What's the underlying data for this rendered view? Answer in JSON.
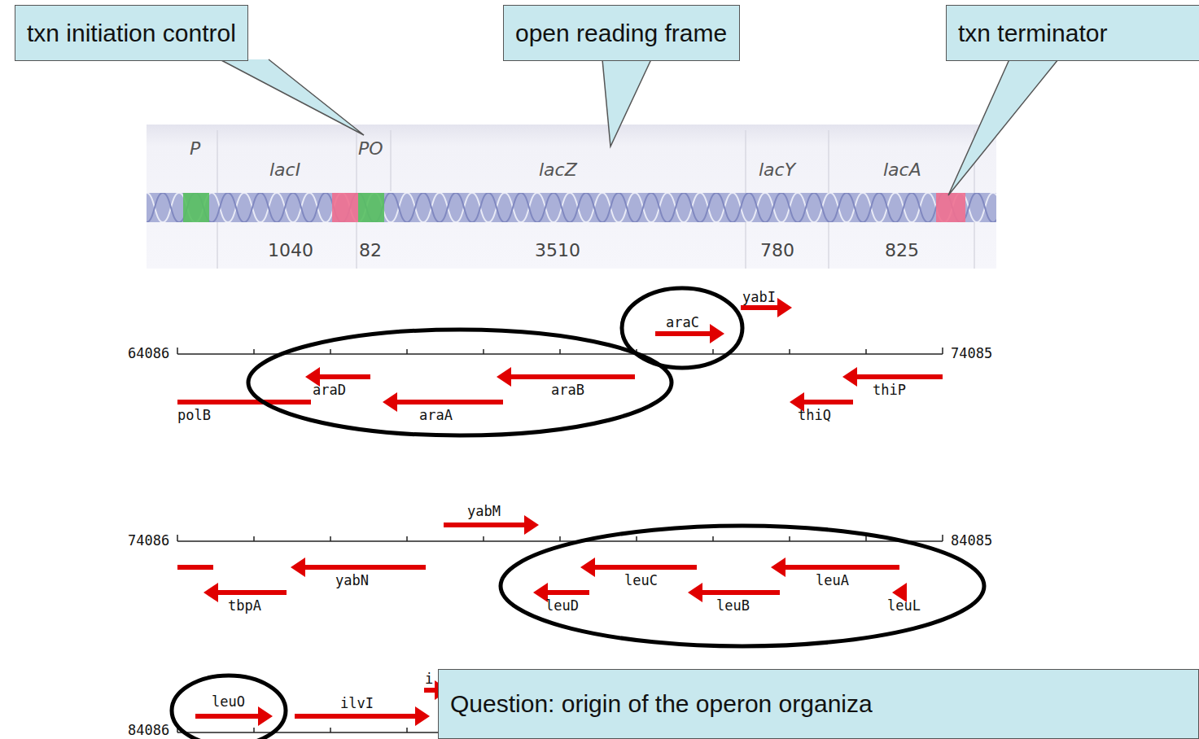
{
  "diagram": {
    "nodes": [
      {
        "text": [
          "txn initiation control"
        ]
      },
      {
        "text": [
          "open reading frame"
        ]
      },
      {
        "text": [
          "txn terminator"
        ]
      },
      {
        "text": [
          "Question: origin of the operon organiza"
        ]
      }
    ],
    "labels": [
      "P",
      "lacI",
      "PO",
      "lacZ",
      "lacY",
      "lacA",
      "1040",
      "82",
      "3510",
      "780",
      "825",
      "yabI",
      "araC",
      "64086",
      "74085",
      "araD",
      "araB",
      "araA",
      "polB",
      "thiQ",
      "thiP",
      "yabM",
      "74086",
      "84085",
      "yabN",
      "tbpA",
      "leuC",
      "leuA",
      "leuD",
      "leuB",
      "leuL",
      "leuO",
      "ilvI",
      "i",
      "84086"
    ]
  }
}
